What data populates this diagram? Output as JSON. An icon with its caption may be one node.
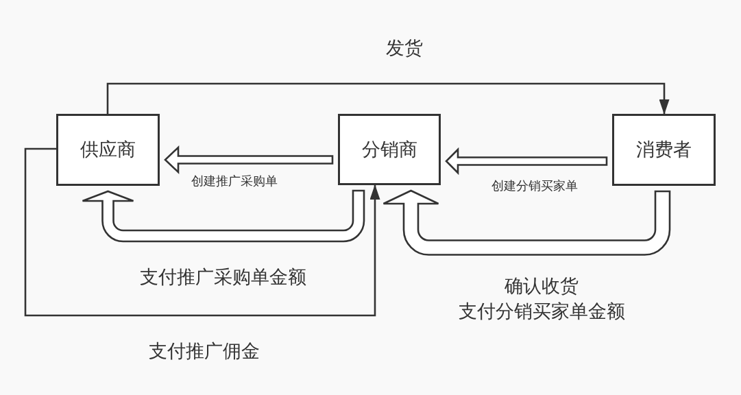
{
  "diagram": {
    "nodes": [
      {
        "text": [
          "供应商"
        ]
      },
      {
        "text": [
          "分销商"
        ]
      },
      {
        "text": [
          "消费者"
        ]
      }
    ],
    "edges": [
      {
        "from": 0,
        "to": 2,
        "arrow": "to",
        "label": "发货"
      },
      {
        "from": 1,
        "to": 0,
        "arrow": "to",
        "label": "创建推广采购单",
        "style": "thick"
      },
      {
        "from": 2,
        "to": 1,
        "arrow": "to",
        "label": "创建分销买家单",
        "style": "thick"
      },
      {
        "from": 1,
        "to": 0,
        "arrow": "to",
        "label": "支付推广采购单金额",
        "style": "thick"
      },
      {
        "from": 2,
        "to": 1,
        "arrow": "to",
        "label": "确认收货支付分销买家单金额",
        "style": "thick"
      },
      {
        "from": 0,
        "to": 1,
        "arrow": "to",
        "label": "支付推广佣金"
      }
    ]
  }
}
